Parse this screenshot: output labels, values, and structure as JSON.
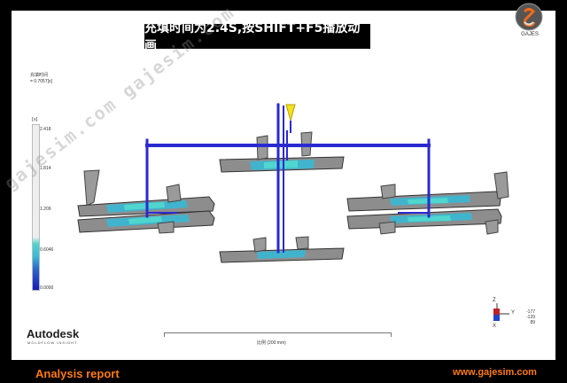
{
  "title": "充填时间为2.4S,按SHIFT+F5播放动画",
  "logo": {
    "text": "GAJES"
  },
  "legend": {
    "title_line1": "充填时间",
    "title_line2": "= 0.7057[s]",
    "unit": "[s]",
    "ticks": [
      "2.418",
      "1.814",
      "1.209",
      "0.6046",
      "0.0000"
    ]
  },
  "vendor": {
    "name": "Autodesk",
    "tagline": "MOLDFLOW INSIGHT"
  },
  "scale": {
    "label": "比例 (200 mm)"
  },
  "triad": {
    "values": [
      "-177",
      "-129",
      "89"
    ],
    "axes": [
      "Z",
      "Y",
      "X"
    ]
  },
  "watermark": "gajesim.com  gajesim.com",
  "footer": {
    "left": "Analysis report",
    "right": "www.gajesim.com"
  },
  "colors": {
    "runner": "#2a2ad0",
    "filled_part": "#38b8d4",
    "front": "#4fd6cf",
    "unfilled": "#8a8a8a",
    "accent": "#ff7a10"
  },
  "chart_data": {
    "type": "heatmap",
    "title": "充填时间为2.4S,按SHIFT+F5播放动画",
    "quantity": "充填时间",
    "current_value": 0.7057,
    "unit": "s",
    "scale_range": [
      0.0,
      2.418
    ],
    "ticks": [
      2.418,
      1.814,
      1.209,
      0.6046,
      0.0
    ],
    "colormap": "blue (0) to cyan, gray = unfilled"
  }
}
